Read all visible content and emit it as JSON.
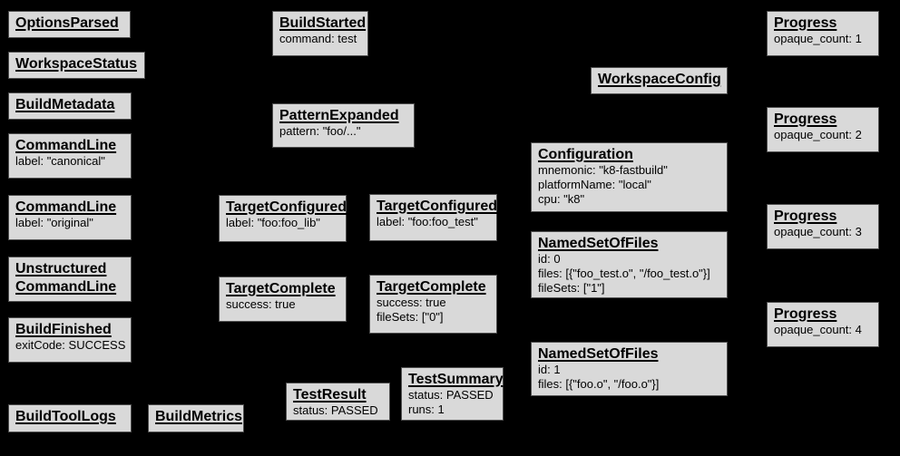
{
  "diagram": {
    "background_color": "#000000",
    "node_fill_color": "#d9d9d9",
    "node_border_color": "#4f4f4f",
    "node_text_color": "#000000"
  },
  "nodes": {
    "options_parsed": {
      "title": "OptionsParsed"
    },
    "workspace_status": {
      "title": "WorkspaceStatus"
    },
    "build_metadata": {
      "title": "BuildMetadata"
    },
    "command_line_canonical": {
      "title": "CommandLine",
      "lines": [
        "label: \"canonical\""
      ]
    },
    "command_line_original": {
      "title": "CommandLine",
      "lines": [
        "label: \"original\""
      ]
    },
    "unstructured_command_line": {
      "title": "Unstructured CommandLine"
    },
    "build_finished": {
      "title": "BuildFinished",
      "lines": [
        "exitCode: SUCCESS"
      ]
    },
    "build_tool_logs": {
      "title": "BuildToolLogs"
    },
    "build_metrics": {
      "title": "BuildMetrics"
    },
    "build_started": {
      "title": "BuildStarted",
      "lines": [
        "command: test"
      ]
    },
    "pattern_expanded": {
      "title": "PatternExpanded",
      "lines": [
        "pattern: \"foo/...\""
      ]
    },
    "target_configured_lib": {
      "title": "TargetConfigured",
      "lines": [
        "label: \"foo:foo_lib\""
      ]
    },
    "target_configured_test": {
      "title": "TargetConfigured",
      "lines": [
        "label: \"foo:foo_test\""
      ]
    },
    "target_complete_lib": {
      "title": "TargetComplete",
      "lines": [
        "success: true"
      ]
    },
    "target_complete_test": {
      "title": "TargetComplete",
      "lines": [
        "success: true",
        "fileSets: [\"0\"]"
      ]
    },
    "test_result": {
      "title": "TestResult",
      "lines": [
        "status: PASSED"
      ]
    },
    "test_summary": {
      "title": "TestSummary",
      "lines": [
        "status: PASSED",
        "runs: 1"
      ]
    },
    "workspace_config": {
      "title": "WorkspaceConfig"
    },
    "configuration": {
      "title": "Configuration",
      "lines": [
        "mnemonic: \"k8-fastbuild\"",
        "platformName: \"local\"",
        "cpu: \"k8\""
      ]
    },
    "named_set_of_files_0": {
      "title": "NamedSetOfFiles",
      "lines": [
        "id: 0",
        "files: [{\"foo_test.o\", \"/foo_test.o\"}]",
        "fileSets: [\"1\"]"
      ]
    },
    "named_set_of_files_1": {
      "title": "NamedSetOfFiles",
      "lines": [
        "id: 1",
        "files: [{\"foo.o\", \"/foo.o\"}]"
      ]
    },
    "progress_1": {
      "title": "Progress",
      "lines": [
        "opaque_count: 1"
      ]
    },
    "progress_2": {
      "title": "Progress",
      "lines": [
        "opaque_count: 2"
      ]
    },
    "progress_3": {
      "title": "Progress",
      "lines": [
        "opaque_count: 3"
      ]
    },
    "progress_4": {
      "title": "Progress",
      "lines": [
        "opaque_count: 4"
      ]
    }
  }
}
